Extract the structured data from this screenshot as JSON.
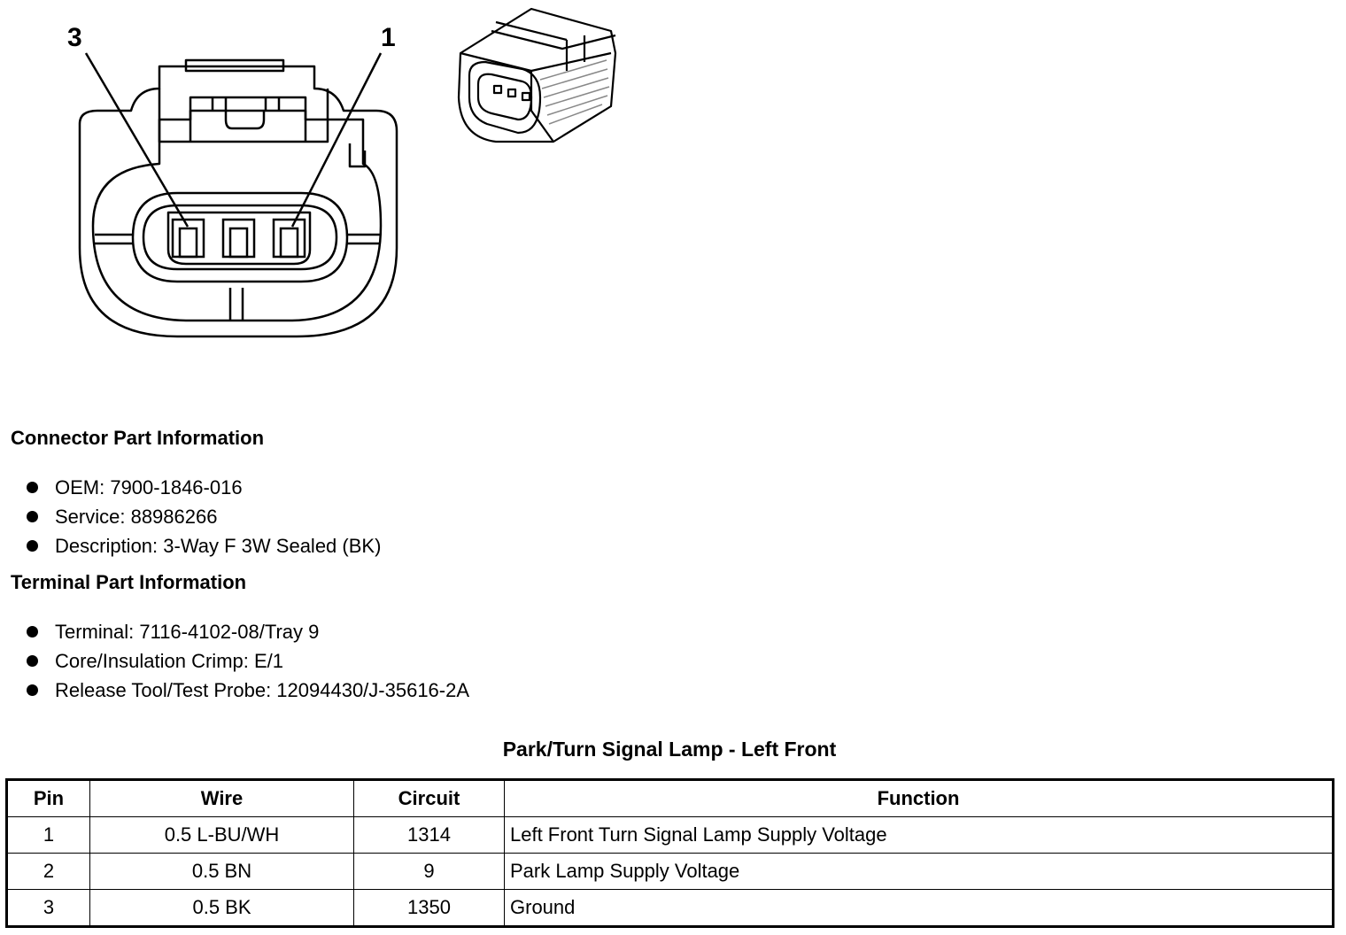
{
  "diagram": {
    "pin_labels": [
      "3",
      "1"
    ]
  },
  "connector_section": {
    "heading": "Connector Part Information",
    "items": [
      "OEM: 7900-1846-016",
      "Service: 88986266",
      "Description: 3-Way F 3W Sealed (BK)"
    ]
  },
  "terminal_section": {
    "heading": "Terminal Part Information",
    "items": [
      "Terminal: 7116-4102-08/Tray 9",
      "Core/Insulation Crimp: E/1",
      "Release Tool/Test Probe: 12094430/J-35616-2A"
    ]
  },
  "table": {
    "title": "Park/Turn Signal Lamp - Left Front",
    "headers": [
      "Pin",
      "Wire",
      "Circuit",
      "Function"
    ],
    "rows": [
      [
        "1",
        "0.5 L-BU/WH",
        "1314",
        "Left Front Turn Signal Lamp Supply Voltage"
      ],
      [
        "2",
        "0.5 BN",
        "9",
        "Park Lamp Supply Voltage"
      ],
      [
        "3",
        "0.5 BK",
        "1350",
        "Ground"
      ]
    ]
  }
}
